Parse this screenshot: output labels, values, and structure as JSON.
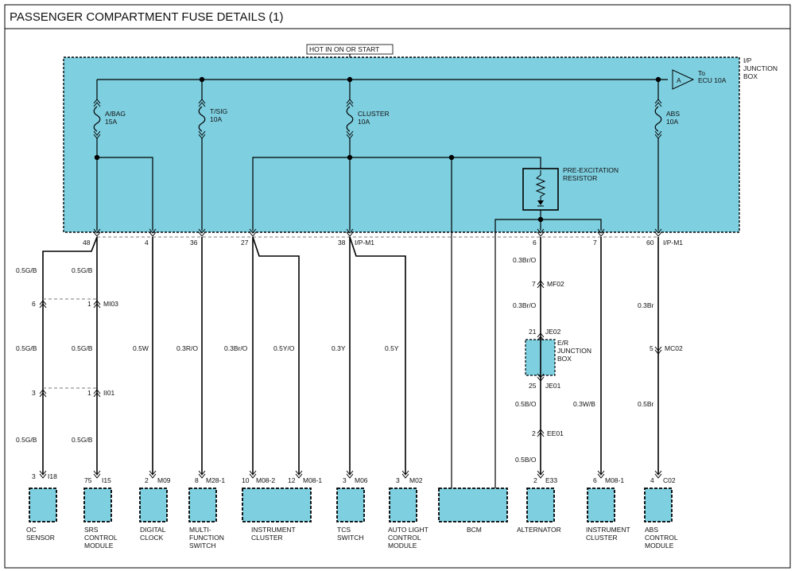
{
  "title": "PASSENGER COMPARTMENT FUSE DETAILS (1)",
  "hot_label": "HOT IN ON OR START",
  "junction_box": [
    "I/P",
    "JUNCTION",
    "BOX"
  ],
  "ecu": {
    "letter": "A",
    "to": "To",
    "target": "ECU 10A"
  },
  "fuses": {
    "abag": [
      "A/BAG",
      "15A"
    ],
    "tsig": [
      "T/SIG",
      "10A"
    ],
    "cluster": [
      "CLUSTER",
      "10A"
    ],
    "abs": [
      "ABS",
      "10A"
    ]
  },
  "resistor": [
    "PRE-EXCITATION",
    "RESISTOR"
  ],
  "pins": {
    "p48": "48",
    "p4": "4",
    "p36": "36",
    "p27": "27",
    "p38": "38",
    "p38c": "I/P-M1",
    "p6": "6",
    "p7": "7",
    "p60": "60",
    "p60c": "I/P-M1"
  },
  "wires": {
    "oc1": "0.5G/B",
    "oc2": "0.5G/B",
    "oc3": "0.5G/B",
    "srs1": "0.5G/B",
    "srs2": "0.5G/B",
    "srs3": "0.5G/B",
    "clock": "0.5W",
    "mfs": "0.3R/O",
    "ic1": "0.3Br/O",
    "ic2": "0.5Y/O",
    "tcs": "0.3Y",
    "auto": "0.5Y",
    "alt1": "0.3Br/O",
    "alt2": "0.3Br/O",
    "alt3": "0.5B/O",
    "alt4": "0.5B/O",
    "ic3": "0.3W/B",
    "abs1": "0.3Br",
    "abs2": "0.5Br"
  },
  "connectors": {
    "oc_mi": "6",
    "srs_mi": "1",
    "mi03": "MI03",
    "oc_ii": "3",
    "srs_ii": "1",
    "ii01": "II01",
    "mf02_pin": "7",
    "mf02": "MF02",
    "je02_pin": "21",
    "je02": "JE02",
    "je01_pin": "25",
    "je01": "JE01",
    "ee01_pin": "2",
    "ee01": "EE01",
    "mc02_pin": "5",
    "mc02": "MC02"
  },
  "er_box": [
    "E/R",
    "JUNCTION",
    "BOX"
  ],
  "comp_pins": {
    "oc_n": "3",
    "oc_c": "I18",
    "srs_n": "75",
    "srs_c": "I15",
    "clk_n": "2",
    "clk_c": "M09",
    "mfs_n": "8",
    "mfs_c": "M28-1",
    "ic_n1": "10",
    "ic_c1": "M08-2",
    "ic_n2": "12",
    "ic_c2": "M08-1",
    "tcs_n": "3",
    "tcs_c": "M06",
    "auto_n": "3",
    "auto_c": "M02",
    "alt_n": "2",
    "alt_c": "E33",
    "ic2_n": "6",
    "ic2_c": "M08-1",
    "abs_n": "4",
    "abs_c": "C02"
  },
  "components": {
    "oc": [
      "OC",
      "SENSOR"
    ],
    "srs": [
      "SRS",
      "CONTROL",
      "MODULE"
    ],
    "clock": [
      "DIGITAL",
      "CLOCK"
    ],
    "mfs": [
      "MULTI-",
      "FUNCTION",
      "SWITCH"
    ],
    "ic": [
      "INSTRUMENT",
      "CLUSTER"
    ],
    "tcs": [
      "TCS",
      "SWITCH"
    ],
    "auto": [
      "AUTO LIGHT",
      "CONTROL",
      "MODULE"
    ],
    "bcm": [
      "BCM"
    ],
    "alt": [
      "ALTERNATOR"
    ],
    "ic2": [
      "INSTRUMENT",
      "CLUSTER"
    ],
    "abs": [
      "ABS",
      "CONTROL",
      "MODULE"
    ]
  },
  "colors": {
    "fill": "#7ecfe0",
    "line": "#000000",
    "dash": "#7a7a7a"
  }
}
